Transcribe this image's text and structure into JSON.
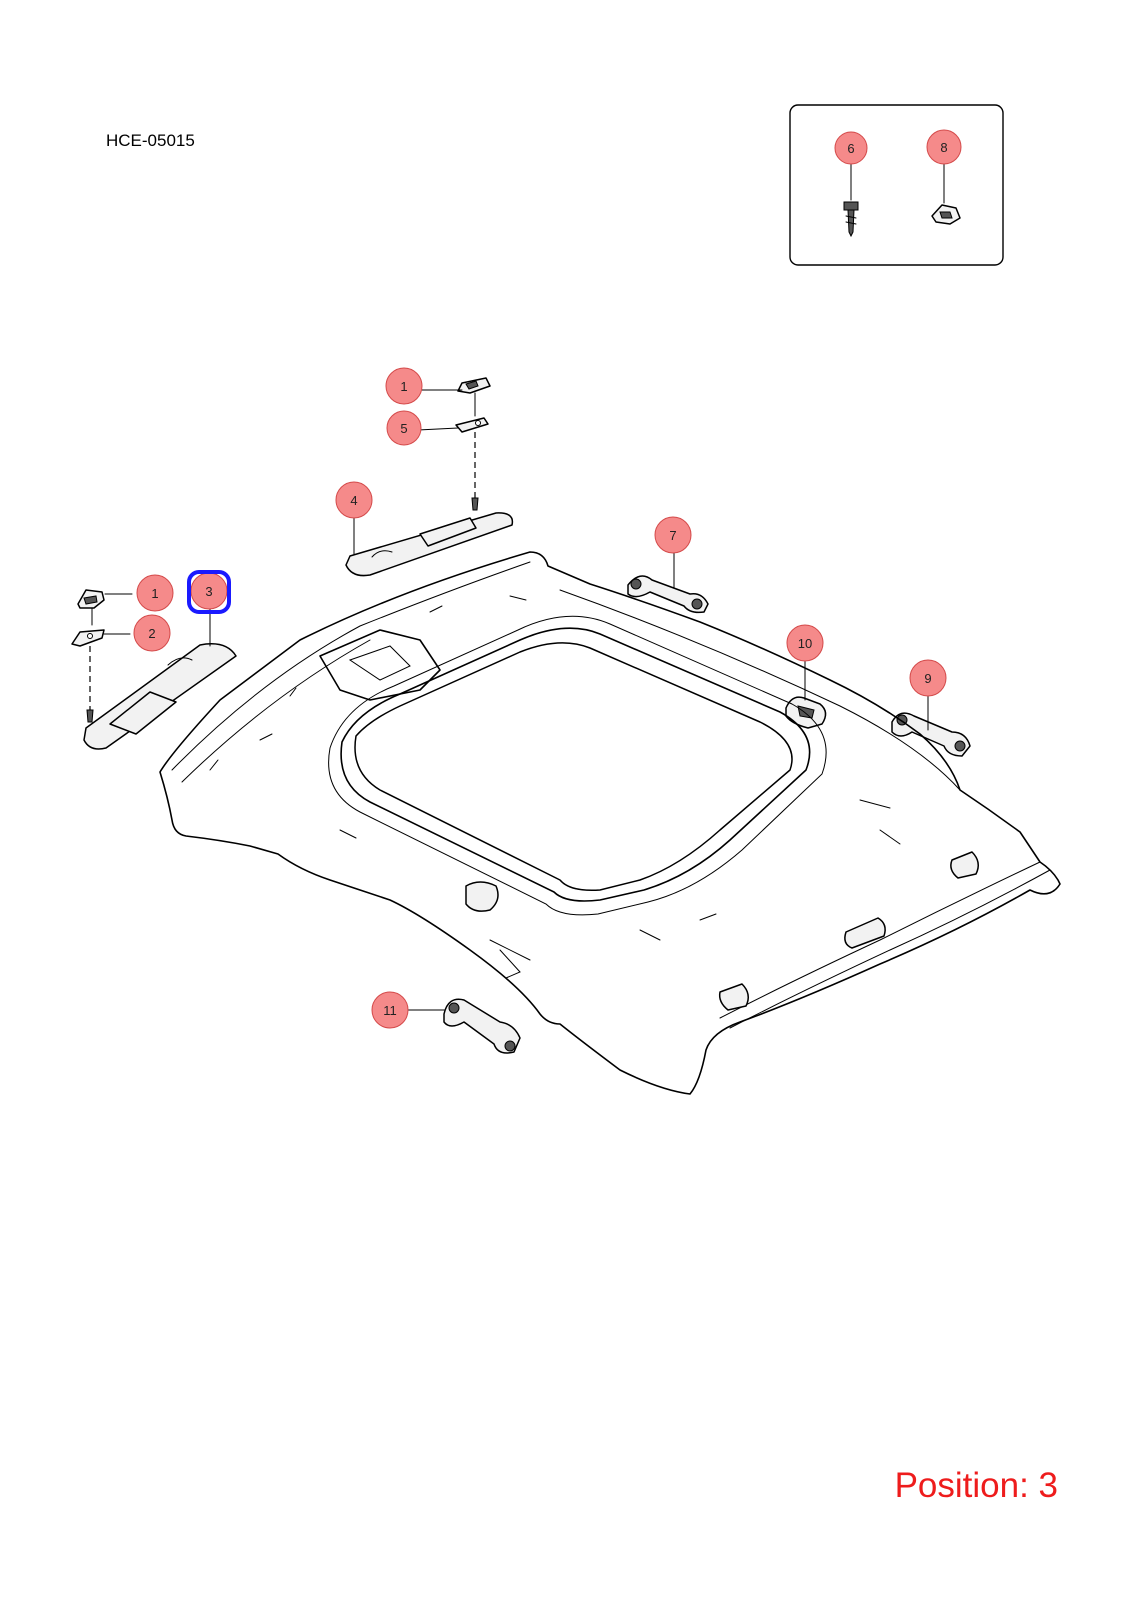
{
  "document_code": "HCE-05015",
  "position_label": "Position: 3",
  "selected_callout": "3",
  "colors": {
    "callout_fill": "#f58a8a",
    "callout_stroke": "#d44a4a",
    "selected_outline": "#1a1aff",
    "position_text": "#ee1c1c"
  },
  "callouts": [
    {
      "id": "c6",
      "label": "6"
    },
    {
      "id": "c8",
      "label": "8"
    },
    {
      "id": "c1a",
      "label": "1"
    },
    {
      "id": "c5",
      "label": "5"
    },
    {
      "id": "c4",
      "label": "4"
    },
    {
      "id": "c7",
      "label": "7"
    },
    {
      "id": "c1b",
      "label": "1"
    },
    {
      "id": "c3",
      "label": "3"
    },
    {
      "id": "c2",
      "label": "2"
    },
    {
      "id": "c10",
      "label": "10"
    },
    {
      "id": "c9",
      "label": "9"
    },
    {
      "id": "c11",
      "label": "11"
    }
  ]
}
